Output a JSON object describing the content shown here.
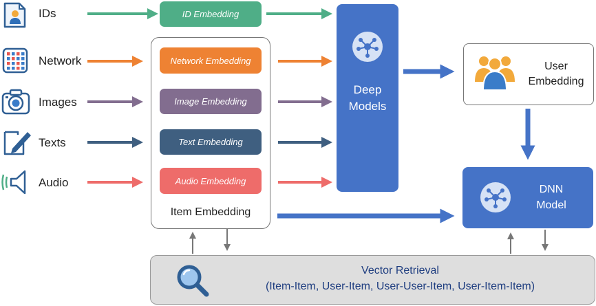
{
  "sources": {
    "ids": "IDs",
    "network": "Network",
    "images": "Images",
    "texts": "Texts",
    "audio": "Audio"
  },
  "embeddings": {
    "id": "ID Embedding",
    "network": "Network Embedding",
    "image": "Image Embedding",
    "text": "Text Embedding",
    "audio": "Audio Embedding"
  },
  "item_embedding": "Item Embedding",
  "deep_models": [
    "Deep",
    "Models"
  ],
  "user_embedding": [
    "User",
    "Embedding"
  ],
  "dnn_model": [
    "DNN",
    "Model"
  ],
  "vector_retrieval": {
    "title": "Vector Retrieval",
    "subtitle": "(Item-Item, User-Item, User-User-Item, User-Item-Item)"
  },
  "colors": {
    "ids": "#4fae87",
    "network": "#ee8233",
    "images": "#826d8f",
    "texts": "#3f5f80",
    "audio": "#ee6c6a",
    "blue": "#4573c7",
    "gray_arrow": "#777777"
  },
  "icons": {
    "ids": "id-card-icon",
    "network": "grid-network-icon",
    "images": "camera-icon",
    "texts": "document-pen-icon",
    "audio": "speaker-icon",
    "deep_models": "network-graph-icon",
    "user_embedding": "user-group-icon",
    "dnn_model": "network-graph-icon",
    "vector_retrieval": "magnifier-icon"
  }
}
